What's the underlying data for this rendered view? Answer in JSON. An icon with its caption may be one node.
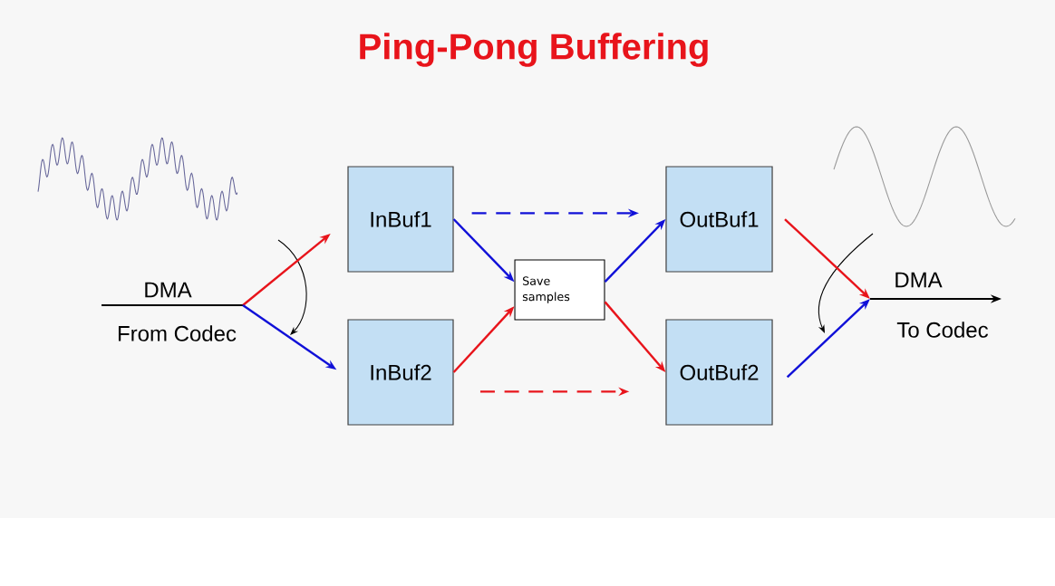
{
  "diagram": {
    "title": "Ping-Pong Buffering",
    "nodes": [
      {
        "text": [
          "InBuf1"
        ]
      },
      {
        "text": [
          "InBuf2"
        ]
      },
      {
        "text": [
          "Save samples"
        ]
      },
      {
        "text": [
          "OutBuf1"
        ]
      },
      {
        "text": [
          "OutBuf2"
        ]
      }
    ],
    "edges": [
      {
        "from": null,
        "to": 0,
        "arrow": "to",
        "color": "#e8141b"
      },
      {
        "from": null,
        "to": 1,
        "arrow": "to",
        "color": "#1010d8"
      },
      {
        "from": 0,
        "to": 2,
        "arrow": "to",
        "color": "#1010d8"
      },
      {
        "from": 1,
        "to": 2,
        "arrow": "to",
        "color": "#e8141b"
      },
      {
        "from": 2,
        "to": 3,
        "arrow": "to",
        "color": "#1010d8"
      },
      {
        "from": 2,
        "to": 4,
        "arrow": "to",
        "color": "#e8141b"
      },
      {
        "from": 0,
        "to": 3,
        "arrow": "to",
        "style": "dashed",
        "color": "#1010d8"
      },
      {
        "from": 1,
        "to": 4,
        "arrow": "to",
        "style": "dashed",
        "color": "#e8141b"
      },
      {
        "from": 3,
        "to": null,
        "arrow": "to",
        "color": "#e8141b"
      },
      {
        "from": 4,
        "to": null,
        "arrow": "to",
        "color": "#1010d8"
      }
    ],
    "labels": [
      "DMA",
      "From Codec",
      "DMA",
      "To Codec"
    ]
  }
}
